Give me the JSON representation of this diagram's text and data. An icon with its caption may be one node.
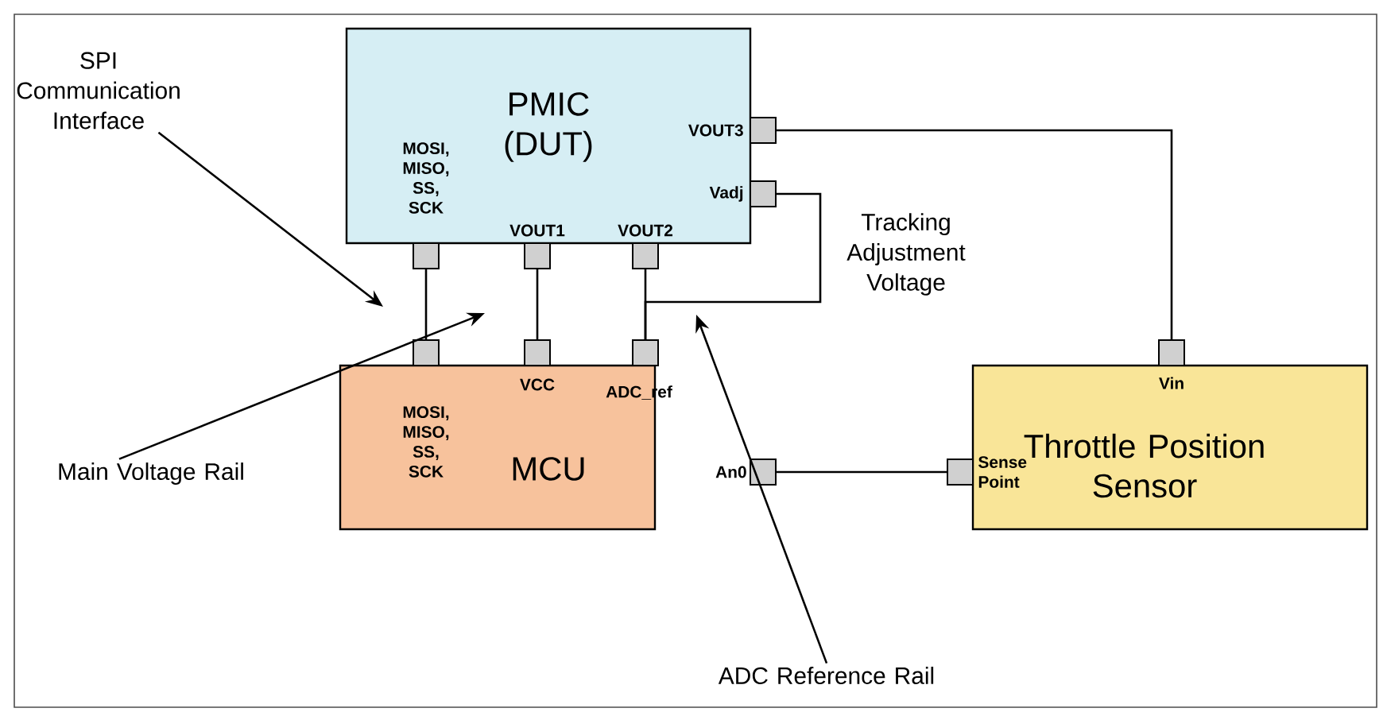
{
  "diagram": {
    "nodes": [
      {
        "text": [
          "PMIC (DUT)"
        ]
      },
      {
        "text": [
          "MCU"
        ]
      },
      {
        "text": [
          "Throttle Position Sensor"
        ]
      },
      {
        "text": [],
        "shape": "box"
      },
      {
        "text": [],
        "shape": "box"
      },
      {
        "text": [],
        "shape": "box"
      },
      {
        "text": [],
        "shape": "box"
      },
      {
        "text": [],
        "shape": "box"
      },
      {
        "text": [],
        "shape": "box"
      },
      {
        "text": [],
        "shape": "box"
      },
      {
        "text": [],
        "shape": "box"
      },
      {
        "text": [],
        "shape": "box"
      },
      {
        "text": [],
        "shape": "box"
      },
      {
        "text": [],
        "shape": "box"
      },
      {
        "text": [
          "SPI Communication Interface"
        ]
      },
      {
        "text": [
          "Main Voltage Rail"
        ]
      },
      {
        "text": [
          "ADC Reference Rail"
        ]
      }
    ],
    "edges": [
      {
        "from": 3,
        "to": 8,
        "arrow": "none"
      },
      {
        "from": 4,
        "to": 9,
        "arrow": "none"
      },
      {
        "from": 5,
        "to": 10,
        "arrow": "none"
      },
      {
        "from": 7,
        "to": 10,
        "arrow": "none"
      },
      {
        "from": 6,
        "to": 12,
        "arrow": "none"
      },
      {
        "from": 11,
        "to": 13,
        "arrow": "none"
      },
      {
        "from": 14,
        "to": null,
        "arrow": "to"
      },
      {
        "from": 15,
        "to": null,
        "arrow": "to"
      },
      {
        "from": 16,
        "to": null,
        "arrow": "to"
      }
    ],
    "labels": [
      "MOSI, MISO, SS, SCK",
      "VOUT3",
      "Vadj",
      "VOUT1",
      "VOUT2",
      "Tracking Adjustment Voltage",
      "Vin",
      "VCC",
      "ADC_ref",
      "MOSI, MISO, SS, SCK",
      "An0",
      "Sense Point"
    ]
  }
}
